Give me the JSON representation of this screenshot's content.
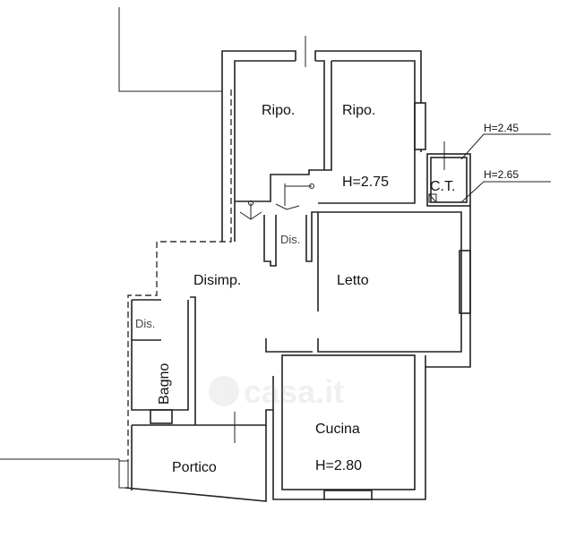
{
  "plan": {
    "rooms": {
      "ripo_left": "Ripo.",
      "ripo_right": "Ripo.",
      "ripo_right_height": "H=2.75",
      "ct": "C.T.",
      "dis_upper": "Dis.",
      "disimpegno": "Disimp.",
      "letto": "Letto",
      "dis_lower": "Dis.",
      "bagno": "Bagno",
      "cucina": "Cucina",
      "cucina_height": "H=2.80",
      "portico": "Portico"
    },
    "annotations": {
      "ct_height_top": "H=2.45",
      "ct_height_bottom": "H=2.65"
    },
    "watermark": "casa.it"
  }
}
